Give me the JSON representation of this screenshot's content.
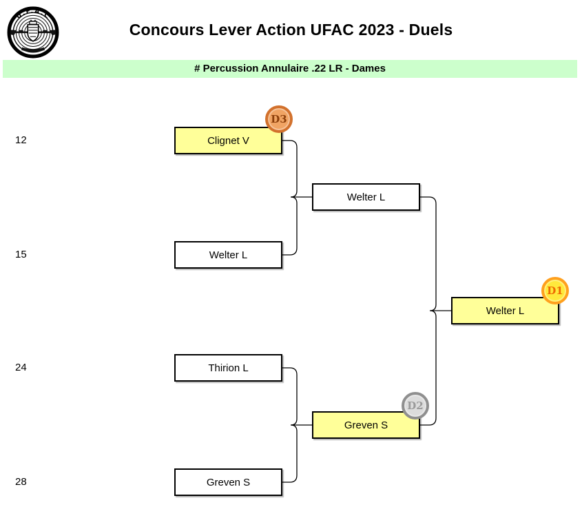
{
  "page": {
    "title": "Concours Lever Action UFAC 2023 - Duels",
    "category_banner": "# Percussion Annulaire .22 LR - Dames"
  },
  "logo": {
    "arc_text": "U.F.A.C"
  },
  "colors": {
    "banner_bg": "#CCFFCC",
    "winner_box_fill": "#FFFF99",
    "default_box_fill": "#FFFFFF",
    "line": "#000000",
    "badge_d1": {
      "fill": "#FFE93C",
      "ring": "#FFA01E",
      "text": "#EE6A00"
    },
    "badge_d2": {
      "fill": "#DCDCDC",
      "ring": "#8F8F8F",
      "text": "#9A9A9A"
    },
    "badge_d3": {
      "fill": "#F0A464",
      "ring": "#D2712D",
      "text": "#8B3E0A"
    }
  },
  "bracket": {
    "round1": [
      {
        "seed": "12",
        "name": "Clignet V",
        "winner": true,
        "badge": "D3"
      },
      {
        "seed": "15",
        "name": "Welter L",
        "winner": false
      },
      {
        "seed": "24",
        "name": "Thirion L",
        "winner": false
      },
      {
        "seed": "28",
        "name": "Greven S",
        "winner": false
      }
    ],
    "round2": [
      {
        "name": "Welter L",
        "winner": false
      },
      {
        "name": "Greven S",
        "winner": true,
        "badge": "D2"
      }
    ],
    "final": {
      "name": "Welter L",
      "winner": true,
      "badge": "D1"
    },
    "badges": {
      "d1": {
        "label": "D1"
      },
      "d2": {
        "label": "D2"
      },
      "d3": {
        "label": "D3"
      }
    }
  }
}
